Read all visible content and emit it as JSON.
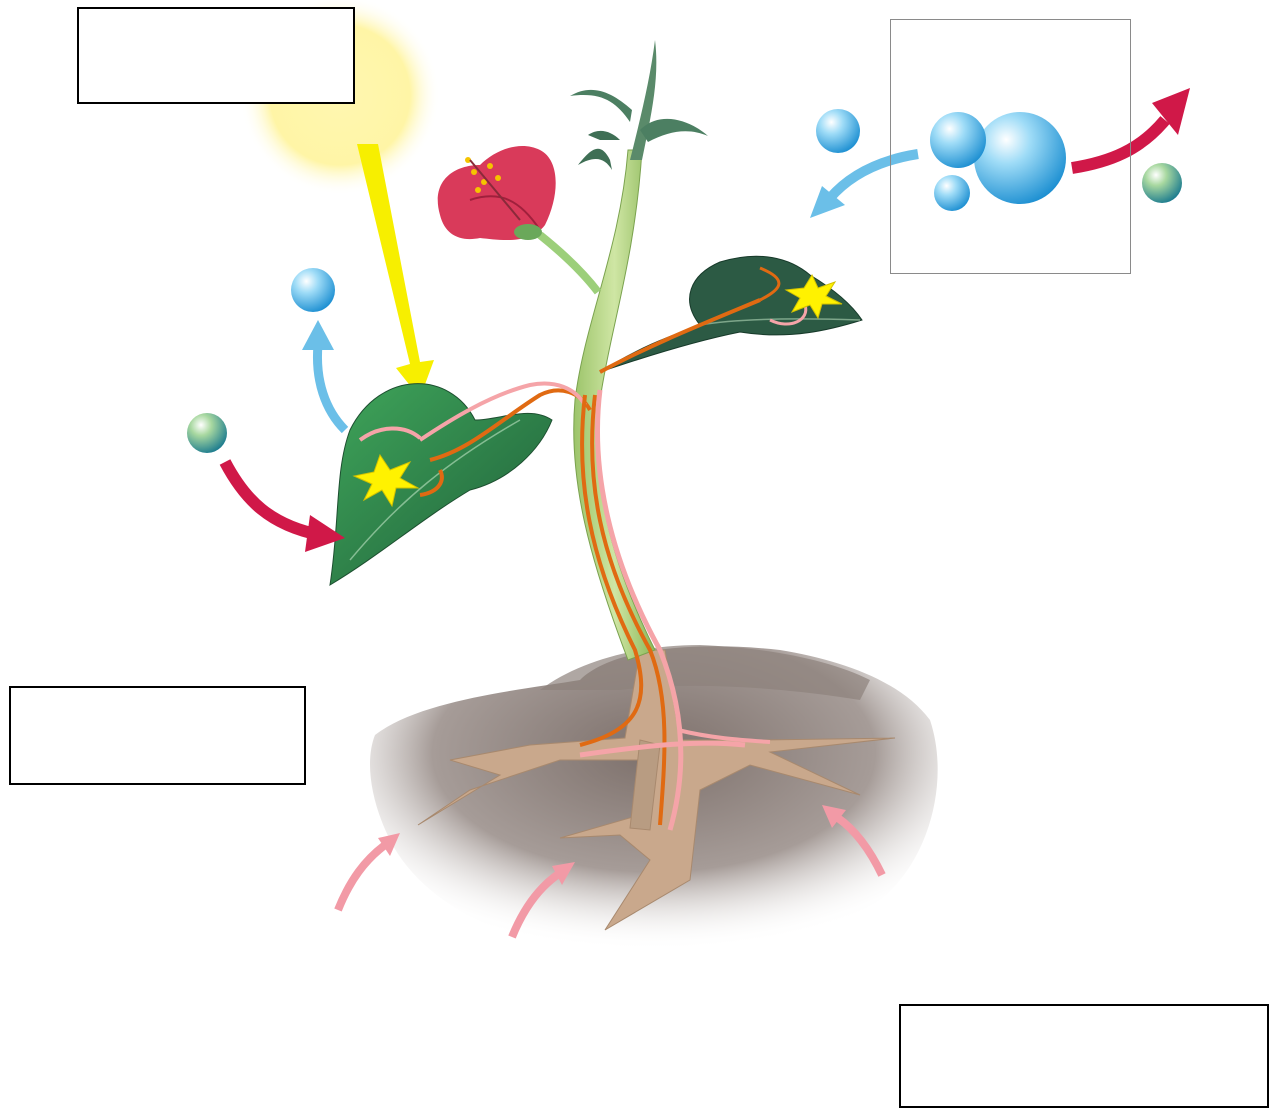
{
  "diagram": {
    "label_boxes": [
      {
        "id": "top-left",
        "text": ""
      },
      {
        "id": "mid-left",
        "text": ""
      },
      {
        "id": "bottom-right",
        "text": ""
      }
    ],
    "colors": {
      "sun": "#fff3a0",
      "light_ray": "#f7ef00",
      "water_drop": "#4fb6ea",
      "co2_molecule": "#3a9a8a",
      "oxygen_arrow": "#6bbfe8",
      "co2_arrow": "#d01848",
      "water_uptake_arrow": "#f29aa6",
      "leaf_green": "#2f8a4a",
      "stem_green": "#b8d78a",
      "soil": "#8d817c",
      "root": "#c9a88c",
      "phloem_orange": "#e06a12",
      "xylem_pink": "#f5a4a8",
      "flower_red": "#d93a5a",
      "reaction_star": "#fff200"
    },
    "icons": [
      "sun-icon",
      "water-drop-icon",
      "co2-molecule-icon",
      "reaction-star-icon",
      "flower-icon"
    ]
  }
}
